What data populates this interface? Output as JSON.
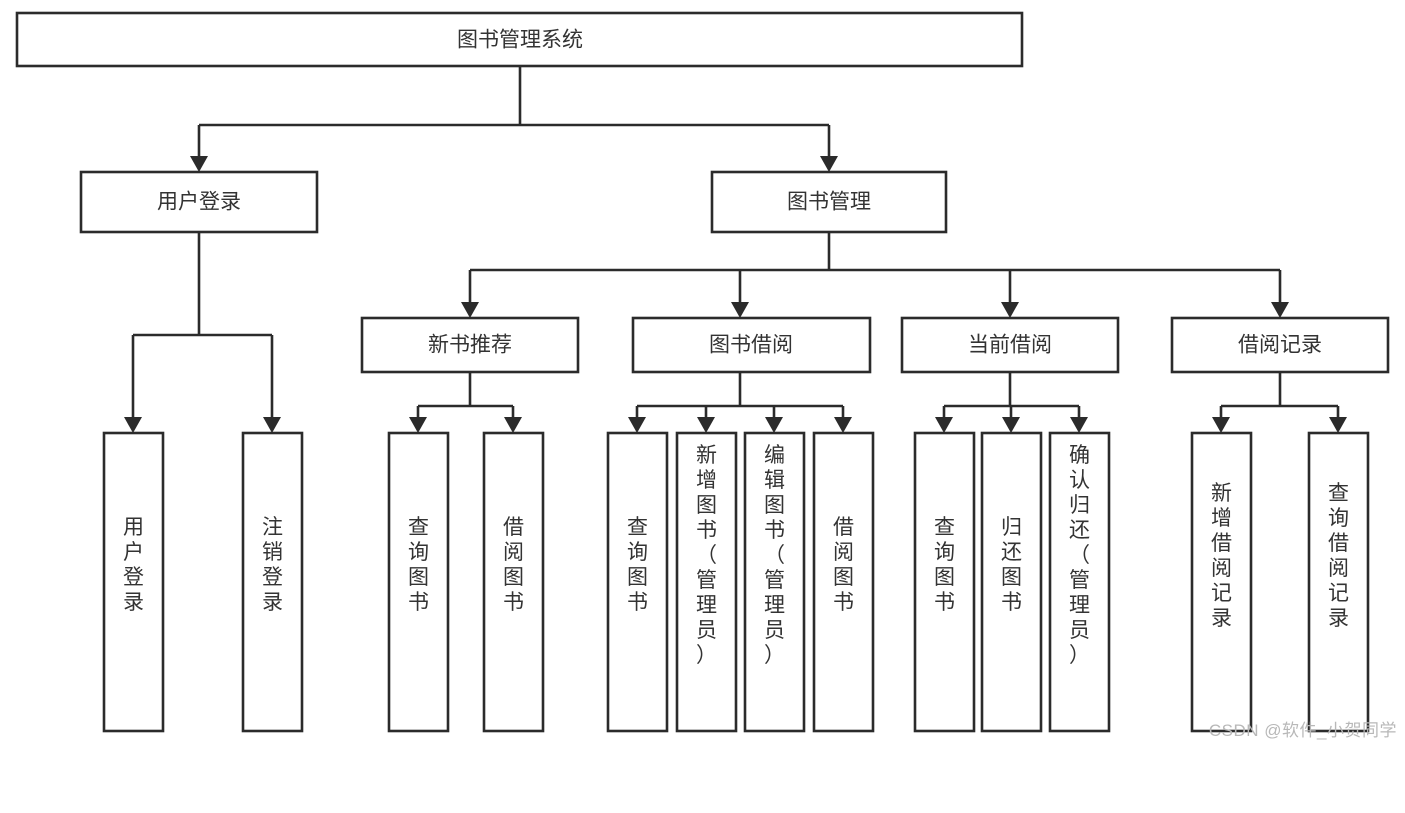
{
  "diagram": {
    "title": "图书管理系统",
    "type": "tree",
    "colors": {
      "box_stroke": "#2b2b2b",
      "box_fill": "#ffffff",
      "text": "#333333",
      "background": "#ffffff",
      "watermark": "#b8b8b8"
    },
    "root": {
      "id": "root",
      "label": "图书管理系统",
      "orientation": "horizontal"
    },
    "level1": [
      {
        "id": "user-login",
        "label": "用户登录",
        "orientation": "horizontal"
      },
      {
        "id": "book-manage",
        "label": "图书管理",
        "orientation": "horizontal"
      }
    ],
    "level2": [
      {
        "id": "new-book-recommend",
        "label": "新书推荐",
        "orientation": "horizontal",
        "parent": "book-manage"
      },
      {
        "id": "book-borrow",
        "label": "图书借阅",
        "orientation": "horizontal",
        "parent": "book-manage"
      },
      {
        "id": "current-borrow",
        "label": "当前借阅",
        "orientation": "horizontal",
        "parent": "book-manage"
      },
      {
        "id": "borrow-record",
        "label": "借阅记录",
        "orientation": "horizontal",
        "parent": "book-manage"
      }
    ],
    "leaves": [
      {
        "id": "leaf-user-login",
        "parent": "user-login",
        "orientation": "vertical",
        "lines": [
          "用",
          "户",
          "登",
          "录"
        ],
        "label": "用户登录"
      },
      {
        "id": "leaf-user-logout",
        "parent": "user-login",
        "orientation": "vertical",
        "lines": [
          "注",
          "销",
          "登",
          "录"
        ],
        "label": "注销登录"
      },
      {
        "id": "leaf-query-book-1",
        "parent": "new-book-recommend",
        "orientation": "vertical",
        "lines": [
          "查",
          "询",
          "图",
          "书"
        ],
        "label": "查询图书"
      },
      {
        "id": "leaf-borrow-book-1",
        "parent": "new-book-recommend",
        "orientation": "vertical",
        "lines": [
          "借",
          "阅",
          "图",
          "书"
        ],
        "label": "借阅图书"
      },
      {
        "id": "leaf-query-book-2",
        "parent": "book-borrow",
        "orientation": "vertical",
        "lines": [
          "查",
          "询",
          "图",
          "书"
        ],
        "label": "查询图书"
      },
      {
        "id": "leaf-add-book-admin",
        "parent": "book-borrow",
        "orientation": "vertical",
        "lines": [
          "新",
          "增",
          "图",
          "书",
          "（",
          "管",
          "理",
          "员",
          "）"
        ],
        "label": "新增图书（管理员）"
      },
      {
        "id": "leaf-edit-book-admin",
        "parent": "book-borrow",
        "orientation": "vertical",
        "lines": [
          "编",
          "辑",
          "图",
          "书",
          "（",
          "管",
          "理",
          "员",
          "）"
        ],
        "label": "编辑图书（管理员）"
      },
      {
        "id": "leaf-borrow-book-2",
        "parent": "book-borrow",
        "orientation": "vertical",
        "lines": [
          "借",
          "阅",
          "图",
          "书"
        ],
        "label": "借阅图书"
      },
      {
        "id": "leaf-query-book-3",
        "parent": "current-borrow",
        "orientation": "vertical",
        "lines": [
          "查",
          "询",
          "图",
          "书"
        ],
        "label": "查询图书"
      },
      {
        "id": "leaf-return-book",
        "parent": "current-borrow",
        "orientation": "vertical",
        "lines": [
          "归",
          "还",
          "图",
          "书"
        ],
        "label": "归还图书"
      },
      {
        "id": "leaf-confirm-return-admin",
        "parent": "current-borrow",
        "orientation": "vertical",
        "lines": [
          "确",
          "认",
          "归",
          "还",
          "（",
          "管",
          "理",
          "员",
          "）"
        ],
        "label": "确认归还（管理员）"
      },
      {
        "id": "leaf-add-borrow-record",
        "parent": "borrow-record",
        "orientation": "vertical",
        "lines": [
          "新",
          "增",
          "借",
          "阅",
          "记",
          "录"
        ],
        "label": "新增借阅记录"
      },
      {
        "id": "leaf-query-borrow-record",
        "parent": "borrow-record",
        "orientation": "vertical",
        "lines": [
          "查",
          "询",
          "借",
          "阅",
          "记",
          "录"
        ],
        "label": "查询借阅记录"
      }
    ]
  },
  "watermark": {
    "text": "CSDN @软件_小贺同学"
  }
}
